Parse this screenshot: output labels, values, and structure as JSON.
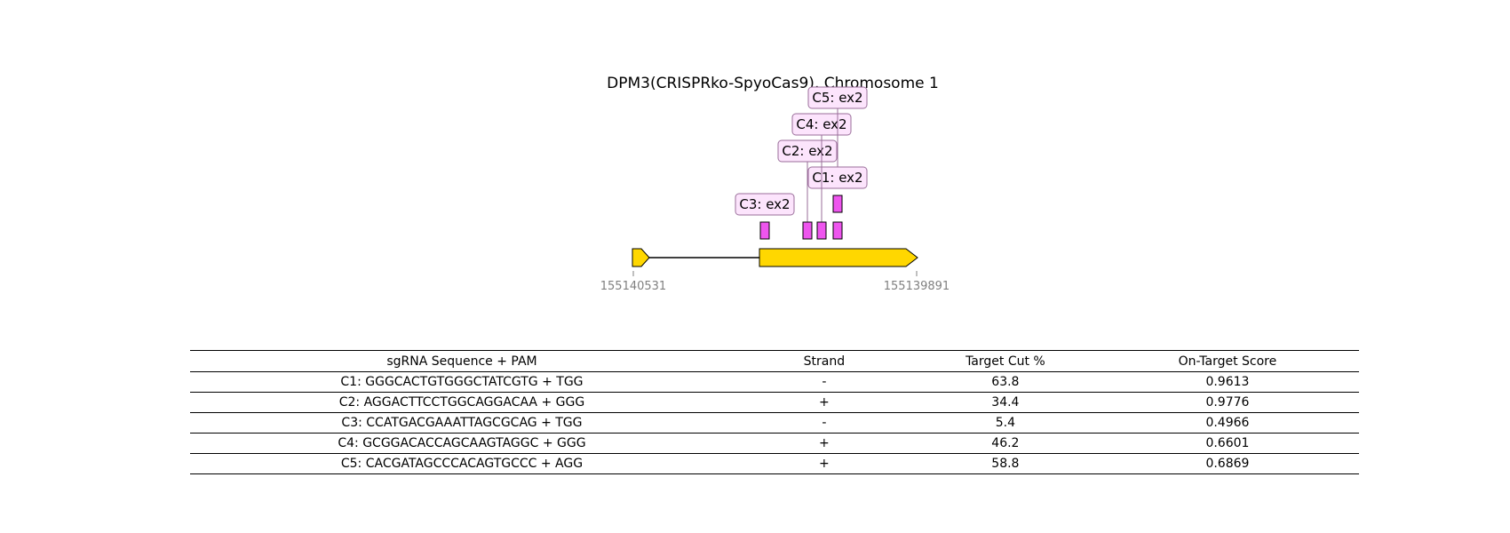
{
  "title": "DPM3(CRISPRko-SpyoCas9), Chromosome 1",
  "coords": {
    "left": "155140531",
    "right": "155139891"
  },
  "colors": {
    "exon": "#FFD700",
    "guide": "#EE55EE",
    "label_bg": "#FCE4FC",
    "label_border": "#9A6E9A",
    "tick": "#808080"
  },
  "guides": [
    {
      "label": "C1: ex2",
      "tier": 1,
      "row": 1
    },
    {
      "label": "C2: ex2",
      "tier": 4,
      "row": 0
    },
    {
      "label": "C3: ex2",
      "tier": 0,
      "row": 0
    },
    {
      "label": "C4: ex2",
      "tier": 5,
      "row": 0
    },
    {
      "label": "C5: ex2",
      "tier": 6,
      "row": 0
    }
  ],
  "table": {
    "headers": [
      "sgRNA Sequence + PAM",
      "Strand",
      "Target Cut %",
      "On-Target Score"
    ],
    "rows": [
      [
        "C1: GGGCACTGTGGGCTATCGTG + TGG",
        "-",
        "63.8",
        "0.9613"
      ],
      [
        "C2: AGGACTTCCTGGCAGGACAA + GGG",
        "+",
        "34.4",
        "0.9776"
      ],
      [
        "C3: CCATGACGAAATTAGCGCAG + TGG",
        "-",
        "5.4",
        "0.4966"
      ],
      [
        "C4: GCGGACACCAGCAAGTAGGC + GGG",
        "+",
        "46.2",
        "0.6601"
      ],
      [
        "C5: CACGATAGCCCACAGTGCCC + AGG",
        "+",
        "58.8",
        "0.6869"
      ]
    ]
  }
}
